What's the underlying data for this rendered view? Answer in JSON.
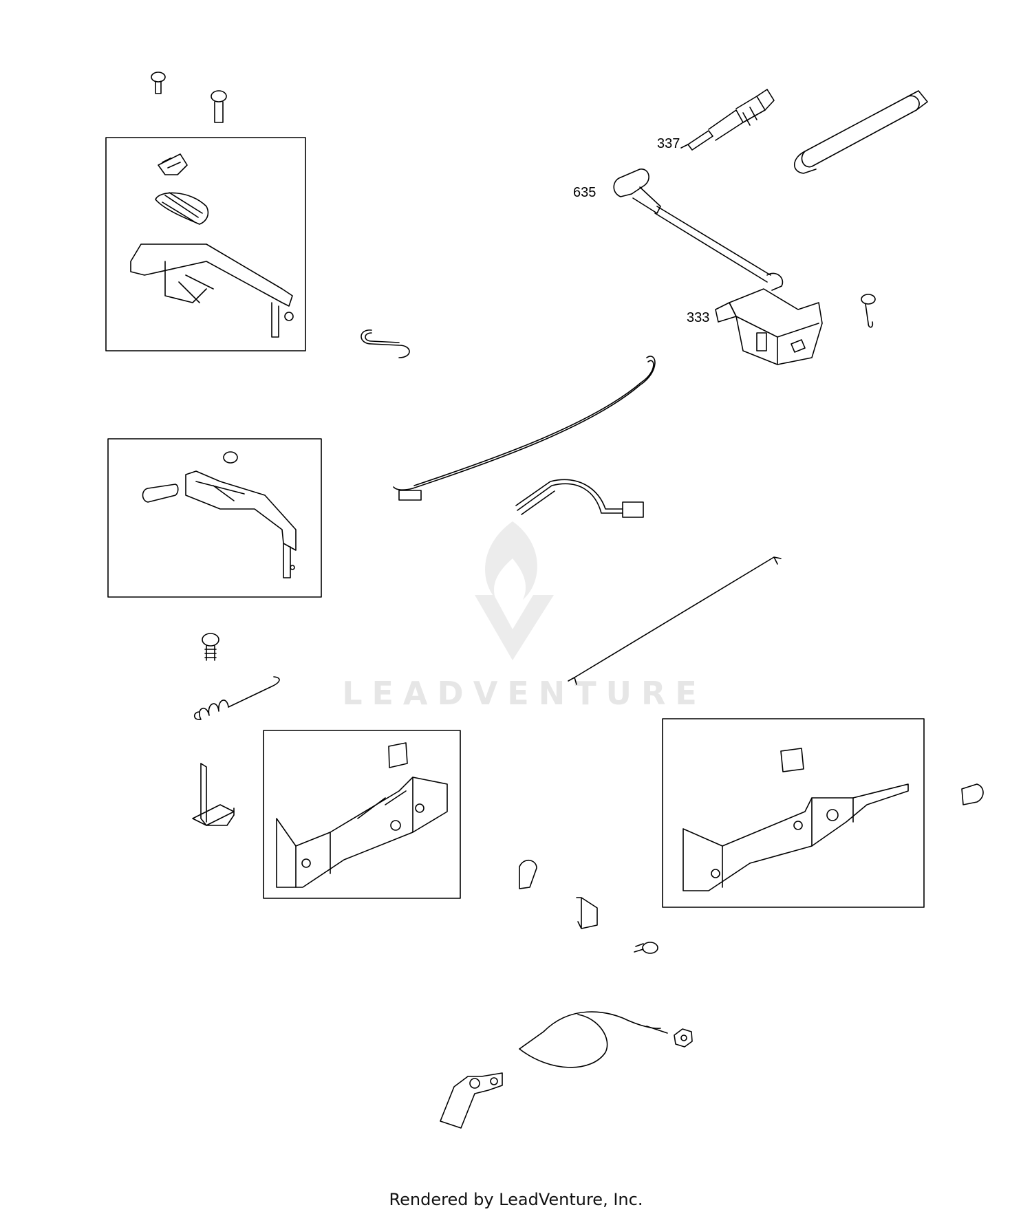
{
  "callouts": [
    {
      "id": "337",
      "label": "337"
    },
    {
      "id": "635",
      "label": "635"
    },
    {
      "id": "333",
      "label": "333"
    }
  ],
  "watermark": {
    "text": "LEADVENTURE"
  },
  "footer": {
    "text": "Rendered by LeadVenture, Inc."
  },
  "colors": {
    "line": "#000000",
    "watermark": "#e6e6e6",
    "background": "#ffffff"
  }
}
